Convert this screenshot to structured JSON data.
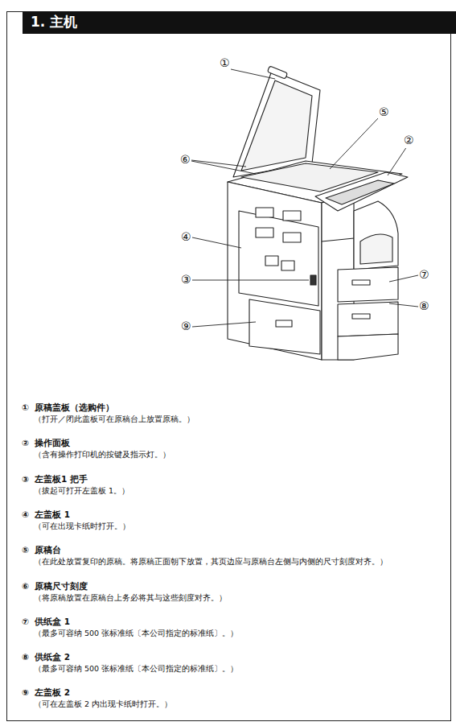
{
  "diagram": {
    "title": "1. 主机",
    "labels": [
      "①",
      "⑤",
      "②",
      "⑥",
      "④",
      "③",
      "⑦",
      "⑧",
      "⑨",
      "①",
      "原稿盖板（选购件）",
      "（打开／闭此盖板可在原稿台上放置原稿。）",
      "②",
      "操作面板",
      "（含有操作打印机的按键及指示灯。）",
      "③",
      "左盖板1 把手",
      "（拔起可打开左盖板 1。）",
      "④",
      "左盖板 1",
      "（可在出现卡纸时打开。）",
      "⑤",
      "原稿台",
      "（在此处放置复印的原稿。将原稿正面朝下放置，其页边应与原稿台左侧与内侧的尺寸刻度对齐。）",
      "⑥",
      "原稿尺寸刻度",
      "（将原稿放置在原稿台上务必将其与这些刻度对齐。）",
      "⑦",
      "供纸盒 1",
      "（最多可容纳 500 张标准纸〔本公司指定的标准纸〕。）",
      "⑧",
      "供纸盒 2",
      "（最多可容纳 500 张标准纸〔本公司指定的标准纸〕。）",
      "⑨",
      "左盖板 2",
      "（可在左盖板 2 内出现卡纸时打开。）"
    ]
  }
}
